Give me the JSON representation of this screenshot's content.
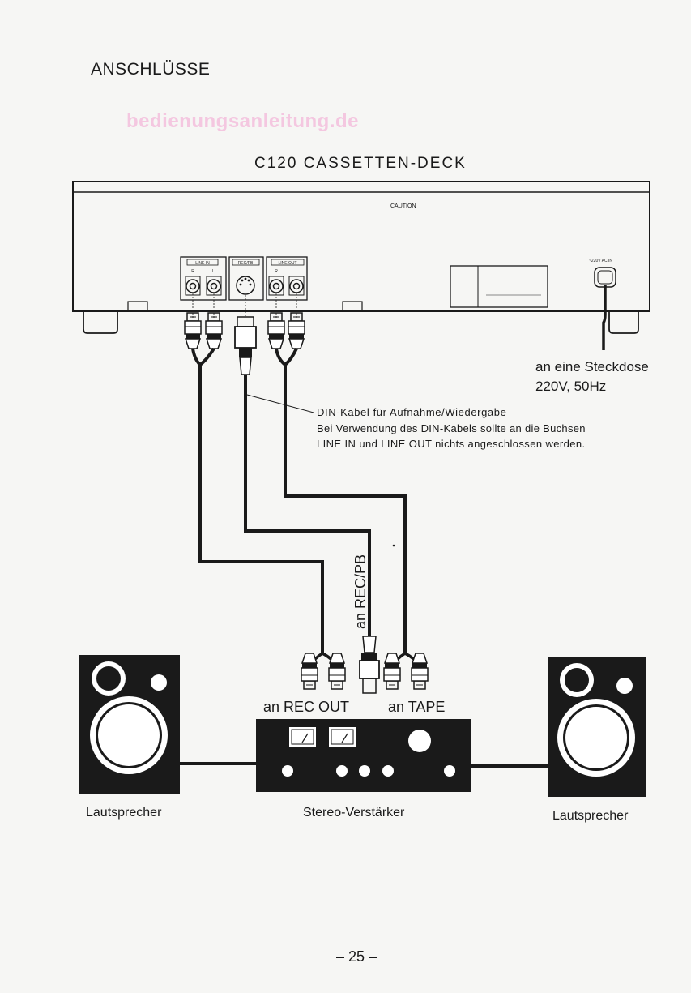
{
  "page": {
    "heading": "ANSCHLÜSSE",
    "watermark": "bedienungsanleitung.de",
    "page_number": "– 25 –"
  },
  "deck": {
    "title": "C120  CASSETTEN-DECK",
    "caution": "CAUTION",
    "jack_labels": {
      "line_in": "LINE IN",
      "rec_pb": "REC/PB",
      "line_out": "LINE OUT",
      "r": "R",
      "l": "L",
      "ac_in": "~220V AC IN"
    }
  },
  "labels": {
    "steckdose_line1": "an eine Steckdose",
    "steckdose_line2": "220V, 50Hz",
    "din_line1": "DIN-Kabel für Aufnahme/Wiedergabe",
    "din_line2": "Bei Verwendung des DIN-Kabels sollte an die Buchsen",
    "din_line3": "LINE IN und LINE OUT nichts angeschlossen werden.",
    "an_rec_pb": "an REC/PB",
    "an_rec_out": "an REC OUT",
    "an_tape": "an TAPE",
    "speaker_left": "Lautsprecher",
    "amplifier": "Stereo-Verstärker",
    "speaker_right": "Lautsprecher"
  },
  "colors": {
    "ink": "#1a1a1a",
    "paper": "#f6f6f4",
    "watermark": "#f4c7e0"
  }
}
